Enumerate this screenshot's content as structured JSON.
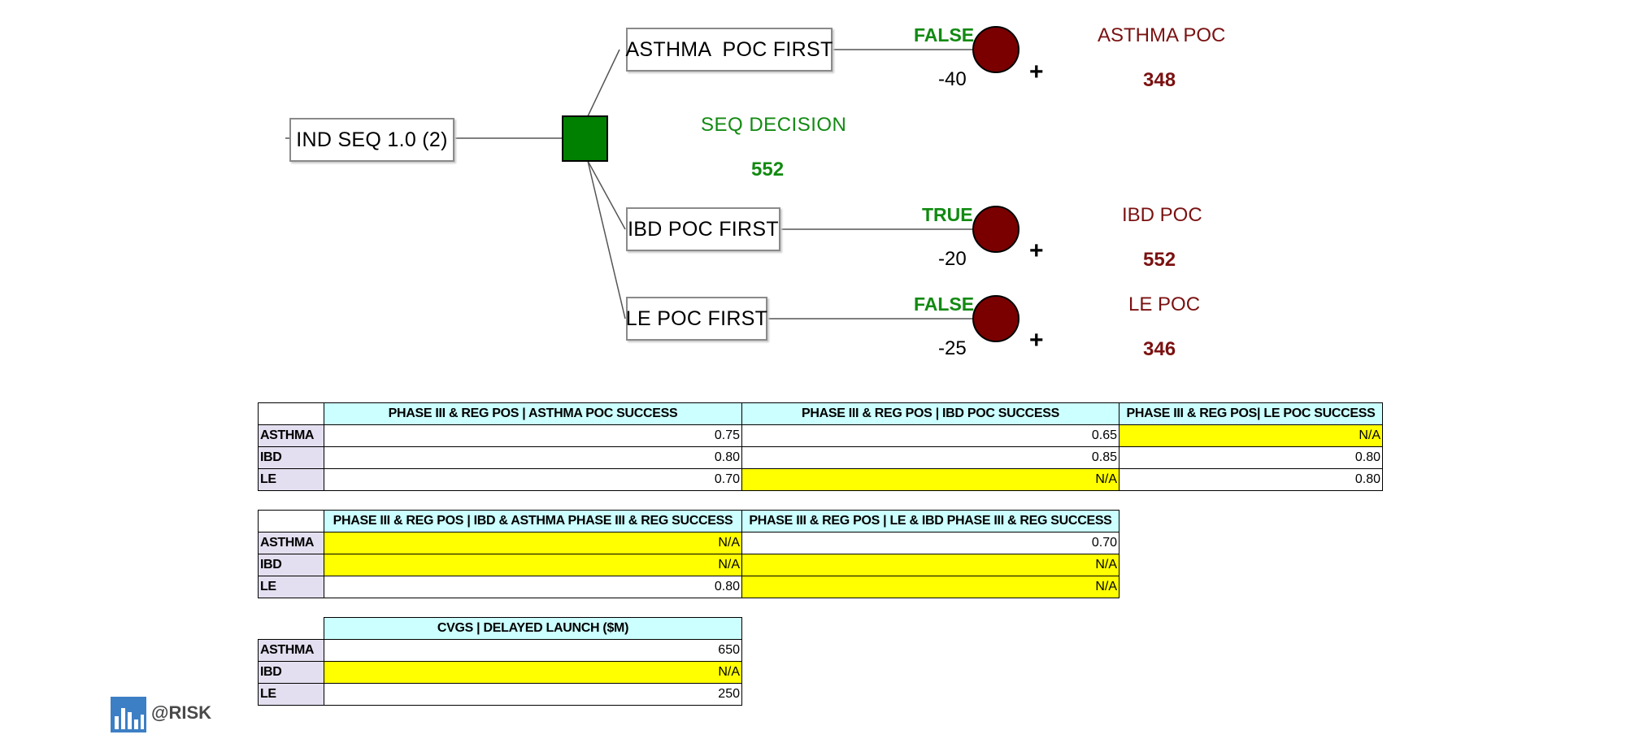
{
  "tree": {
    "root": {
      "label": "IND SEQ 1.0 (2)"
    },
    "decision": {
      "label": "SEQ DECISION",
      "value": "552",
      "color": "#008000"
    },
    "branches": [
      {
        "label": "ASTHMA  POC FIRST",
        "flag": "FALSE",
        "cost": "-40",
        "plus": "+",
        "outcome_label": "ASTHMA POC",
        "outcome_value": "348"
      },
      {
        "label": "IBD POC FIRST",
        "flag": "TRUE",
        "cost": "-20",
        "plus": "+",
        "outcome_label": "IBD POC",
        "outcome_value": "552"
      },
      {
        "label": "LE POC FIRST",
        "flag": "FALSE",
        "cost": "-25",
        "plus": "+",
        "outcome_label": "LE POC",
        "outcome_value": "346"
      }
    ],
    "chance_color": "#7a0000"
  },
  "tables": [
    {
      "headers": [
        "PHASE III & REG POS | ASTHMA POC SUCCESS",
        "PHASE III & REG POS | IBD POC SUCCESS",
        "PHASE III & REG POS| LE POC SUCCESS"
      ],
      "rows": [
        {
          "label": "ASTHMA",
          "cells": [
            {
              "v": "0.75",
              "na": false
            },
            {
              "v": "0.65",
              "na": false
            },
            {
              "v": "N/A",
              "na": true
            }
          ]
        },
        {
          "label": "IBD",
          "cells": [
            {
              "v": "0.80",
              "na": false
            },
            {
              "v": "0.85",
              "na": false
            },
            {
              "v": "0.80",
              "na": false
            }
          ]
        },
        {
          "label": "LE",
          "cells": [
            {
              "v": "0.70",
              "na": false
            },
            {
              "v": "N/A",
              "na": true
            },
            {
              "v": "0.80",
              "na": false
            }
          ]
        }
      ]
    },
    {
      "headers": [
        "PHASE III & REG POS | IBD & ASTHMA PHASE III & REG SUCCESS",
        "PHASE III & REG POS | LE & IBD PHASE III & REG SUCCESS"
      ],
      "rows": [
        {
          "label": "ASTHMA",
          "cells": [
            {
              "v": "N/A",
              "na": true
            },
            {
              "v": "0.70",
              "na": false
            }
          ]
        },
        {
          "label": "IBD",
          "cells": [
            {
              "v": "N/A",
              "na": true
            },
            {
              "v": "N/A",
              "na": true
            }
          ]
        },
        {
          "label": "LE",
          "cells": [
            {
              "v": "0.80",
              "na": false
            },
            {
              "v": "N/A",
              "na": true
            }
          ]
        }
      ]
    },
    {
      "headers": [
        "CVGS | DELAYED LAUNCH ($M)"
      ],
      "rows": [
        {
          "label": "ASTHMA",
          "cells": [
            {
              "v": "650",
              "na": false
            }
          ]
        },
        {
          "label": "IBD",
          "cells": [
            {
              "v": "N/A",
              "na": true
            }
          ]
        },
        {
          "label": "LE",
          "cells": [
            {
              "v": "250",
              "na": false
            }
          ]
        }
      ]
    }
  ],
  "logo": {
    "text": "@RISK",
    "icon": "bar-chart-logo-icon"
  }
}
